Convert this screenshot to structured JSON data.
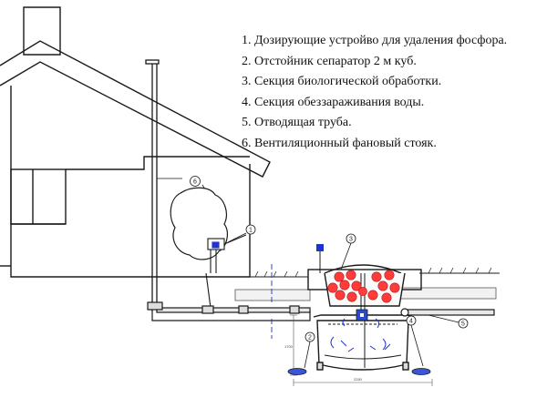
{
  "legend": {
    "items": [
      "1. Дозирующие устройво для удаления фосфора.",
      "2. Отстойник сепаратор 2 м куб.",
      "3. Секция биологической обработки.",
      "4. Секция обеззараживания воды.",
      "5. Отводящая труба.",
      "6. Вентиляционный фановый стояк."
    ]
  },
  "callouts": [
    "1",
    "2",
    "3",
    "4",
    "5",
    "6"
  ],
  "dimensions": {
    "width_label": "2250",
    "height_label": "1700"
  },
  "colors": {
    "line": "#1a1a1a",
    "bacteria_fill": "#ff3b3b",
    "accent_blue": "#2233cc",
    "pump_blue": "#2a4bd0",
    "pipe_gray": "#b8b8b8"
  }
}
